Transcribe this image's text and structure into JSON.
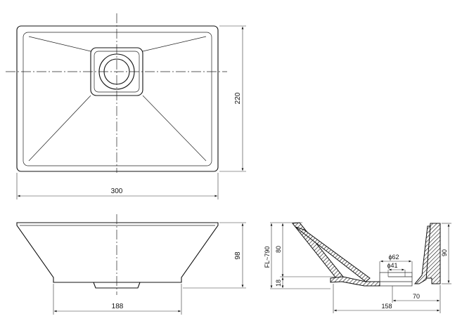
{
  "top_view": {
    "width_dim": "300",
    "depth_dim": "220"
  },
  "front_view": {
    "base_width_dim": "188",
    "height_dim": "98"
  },
  "section_view": {
    "floor_level_label": "FL~790",
    "height_80": "80",
    "height_18": "18",
    "outlet_outer_dia": "ϕ62",
    "outlet_inner_dia": "ϕ41",
    "dim_70": "70",
    "dim_158": "158",
    "height_90": "90"
  }
}
